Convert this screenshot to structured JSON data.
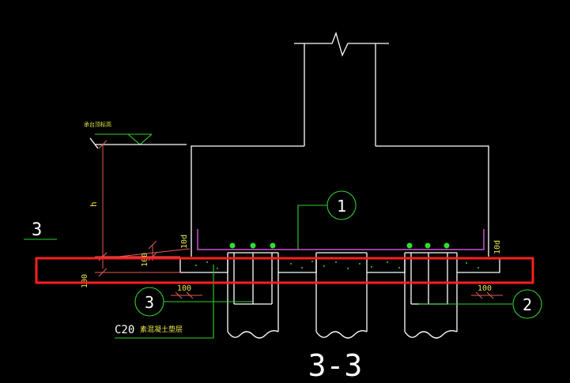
{
  "colors": {
    "background": "#000000",
    "outline": "#ffffff",
    "rebar": "#d04fd0",
    "leader": "#2fd12f",
    "dimension": "#d8c24a",
    "dimension_text": "#e6e64a",
    "highlight": "#ff1f1f"
  },
  "drawing": {
    "section_title": "3-3",
    "section_marker": "3",
    "elevation_note": "承台顶标高",
    "labels": {
      "h": "h",
      "dim_100_left_vertical": "100",
      "dim_100_left_upper": "100",
      "dim_10d_left": "10d",
      "dim_10d_right": "10d",
      "dim_100_bottom_left": "100",
      "dim_100_bottom_right": "100"
    },
    "callouts": {
      "callout_1": "1",
      "callout_2": "2",
      "callout_3": "3"
    },
    "note": {
      "grade": "C20",
      "text": "素混凝土垫层"
    }
  }
}
